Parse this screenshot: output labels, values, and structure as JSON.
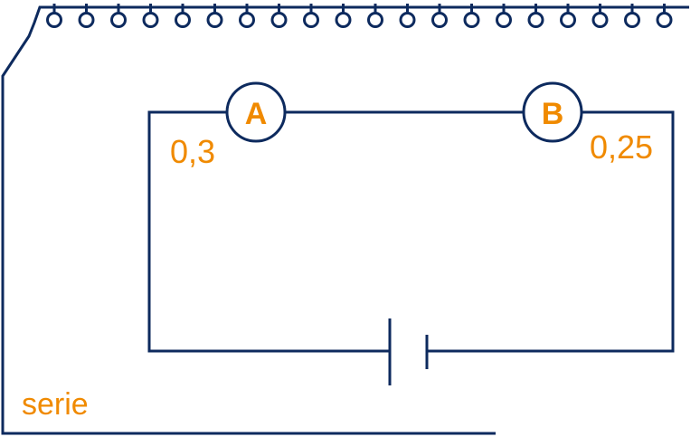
{
  "colors": {
    "wire": "#0d2a5e",
    "text": "#f08a00",
    "background": "#ffffff"
  },
  "notebook": {
    "caption": "serie",
    "spiral_rings": 20
  },
  "circuit": {
    "type": "series",
    "lamp_a": {
      "letter": "A",
      "value": "0,3"
    },
    "lamp_b": {
      "letter": "B",
      "value": "0,25"
    },
    "battery": {
      "icon": "battery-cell-symbol"
    }
  }
}
